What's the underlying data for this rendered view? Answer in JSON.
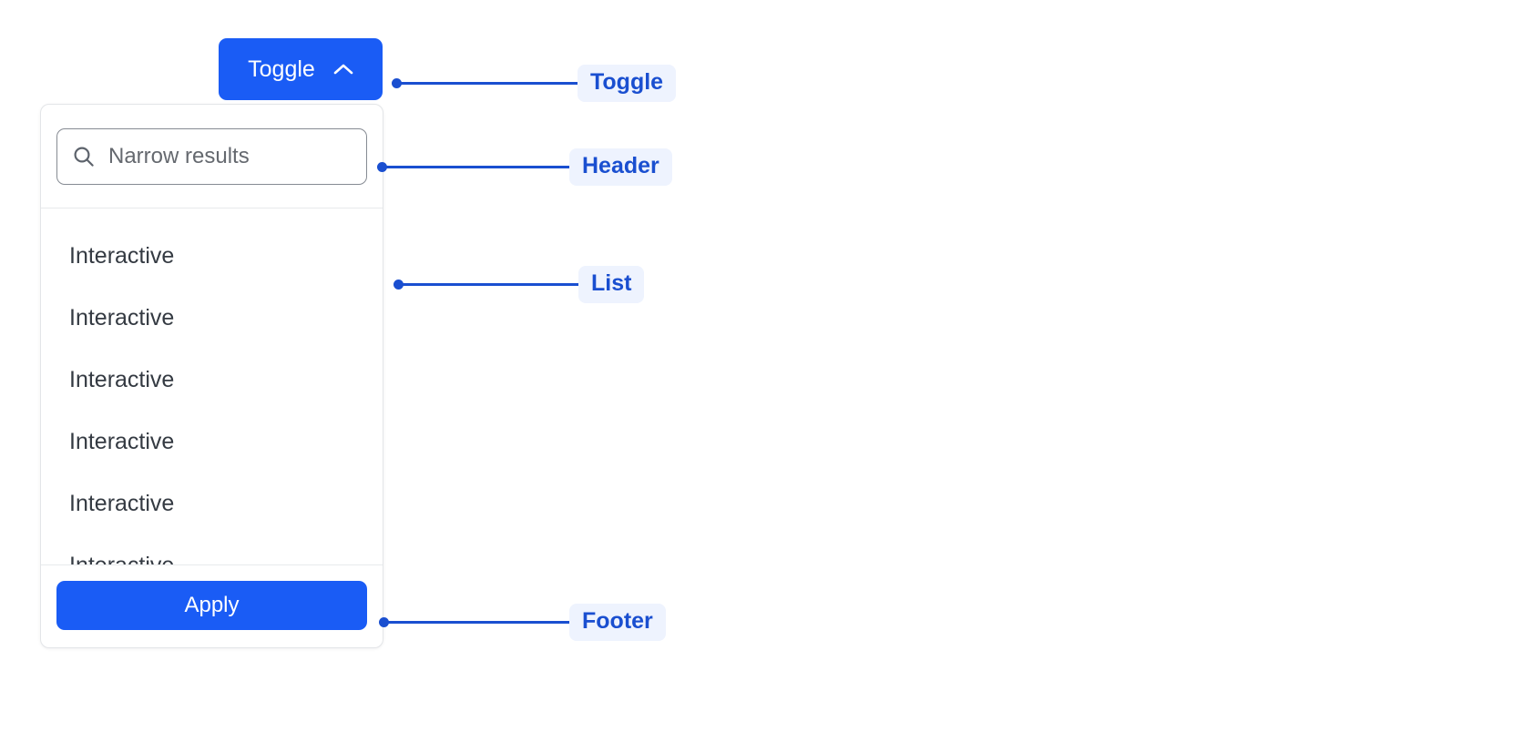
{
  "toggle": {
    "label": "Toggle",
    "icon": "chevron-up-icon",
    "background_color": "#1a5cf5",
    "text_color": "#ffffff"
  },
  "dropdown": {
    "header": {
      "search": {
        "icon": "search-icon",
        "placeholder": "Narrow results",
        "value": ""
      }
    },
    "list": {
      "items": [
        {
          "label": "Interactive"
        },
        {
          "label": "Interactive"
        },
        {
          "label": "Interactive"
        },
        {
          "label": "Interactive"
        },
        {
          "label": "Interactive"
        },
        {
          "label": "Interactive"
        }
      ]
    },
    "footer": {
      "apply_label": "Apply",
      "apply_background_color": "#1a5cf5"
    },
    "border_color": "#e3e5e8",
    "background_color": "#ffffff"
  },
  "annotations": {
    "accent_color": "#1a4fd0",
    "chip_background_color": "#eef3fe",
    "items": [
      {
        "label": "Toggle"
      },
      {
        "label": "Header"
      },
      {
        "label": "List"
      },
      {
        "label": "Footer"
      }
    ]
  }
}
